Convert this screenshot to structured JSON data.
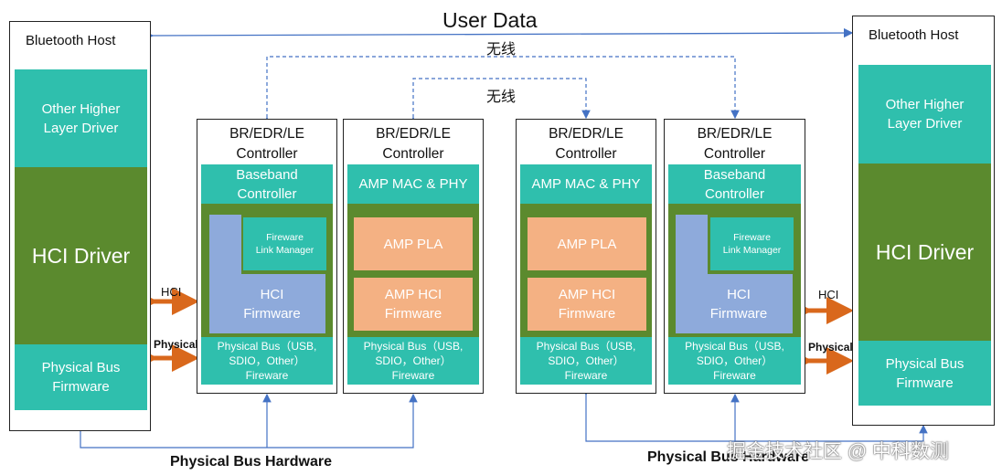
{
  "title": "User Data",
  "wireless": [
    "无线",
    "无线"
  ],
  "left_host": {
    "title": "Bluetooth Host",
    "layers": [
      "Other Higher\nLayer Driver",
      "HCI Driver",
      "Physical Bus\nFirmware"
    ]
  },
  "right_host": {
    "title": "Bluetooth Host",
    "layers": [
      "Other Higher\nLayer Driver",
      "HCI Driver",
      "Physical Bus\nFirmware"
    ]
  },
  "controllers": [
    {
      "title": "BR/EDR/LE\nController",
      "top": "Baseband\nController",
      "inner_small": "Fireware\nLink Manager",
      "inner": "HCI\nFirmware",
      "bottom": "Physical Bus（USB,\nSDIO，Other）\nFireware"
    },
    {
      "title": "BR/EDR/LE\nController",
      "top": "AMP MAC & PHY",
      "mid1": "AMP PLA",
      "mid2": "AMP HCI\nFirmware",
      "bottom": "Physical Bus（USB,\nSDIO，Other）\nFireware"
    },
    {
      "title": "BR/EDR/LE\nController",
      "top": "AMP MAC & PHY",
      "mid1": "AMP PLA",
      "mid2": "AMP HCI\nFirmware",
      "bottom": "Physical Bus（USB,\nSDIO，Other）\nFireware"
    },
    {
      "title": "BR/EDR/LE\nController",
      "top": "Baseband\nController",
      "inner_small": "Fireware\nLink Manager",
      "inner": "HCI\nFirmware",
      "bottom": "Physical Bus（USB,\nSDIO，Other）\nFireware"
    }
  ],
  "links": {
    "hci": "HCI",
    "physical": "Physical"
  },
  "hardware": [
    "Physical Bus Hardware",
    "Physical Bus Hardware"
  ],
  "watermark": "掘金技术社区 @ 中科数测",
  "colors": {
    "teal": "#2fbfad",
    "green": "#5b8a2e",
    "blue": "#8eaadb",
    "orange": "#f4b183",
    "arrow_orange": "#d9681c",
    "line_blue": "#4472c4"
  }
}
